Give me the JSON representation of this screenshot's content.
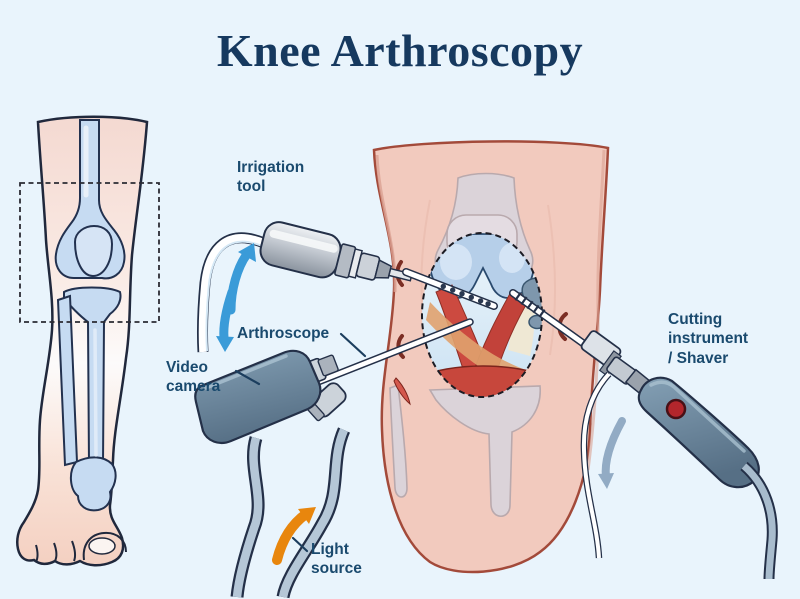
{
  "title": "Knee Arthroscopy",
  "labels": {
    "irrigation_tool": "Irrigation\ntool",
    "arthroscope": "Arthroscope",
    "video_camera": "Video\ncamera",
    "light_source": "Light\nsource",
    "cutting_instrument": "Cutting\ninstrument\n/ Shaver"
  },
  "colors": {
    "background": "#e9f4fc",
    "title_text": "#16395f",
    "label_text": "#1a4a6e",
    "arrow_blue": "#3a9bd8",
    "arrow_orange": "#e8860d",
    "arrow_gray_blue": "#92abc4",
    "skin": "#f4d9d1",
    "knee_skin": "#f2cabe",
    "bone_blue": "#c6dbf2",
    "ligament_red": "#cc4a40",
    "device_slate": "#6e8ba3",
    "metal_gray": "#c3c9d1",
    "button_red": "#b3262c",
    "incision_red": "#7c2e24"
  }
}
